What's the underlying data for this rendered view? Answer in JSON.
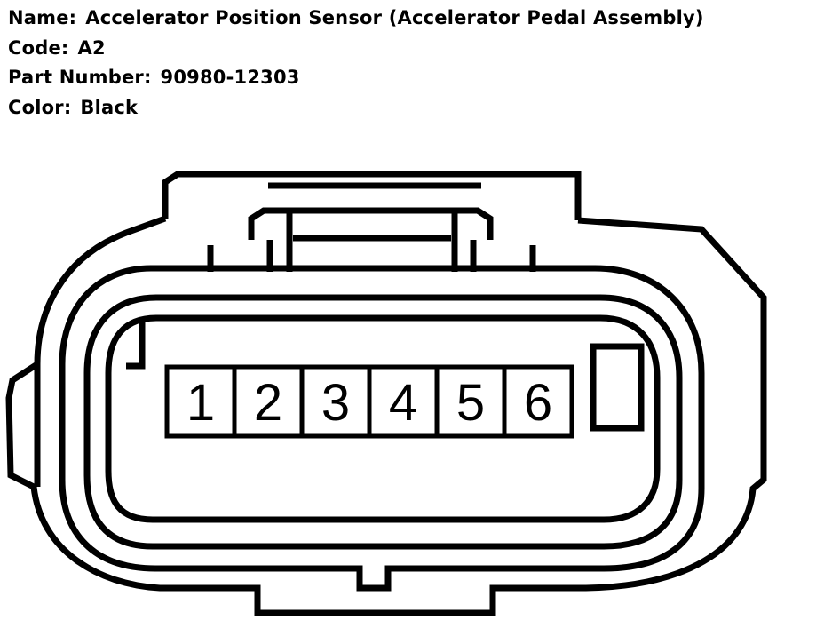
{
  "info": {
    "name_label": "Name:",
    "name_value": "Accelerator Position Sensor (Accelerator Pedal Assembly)",
    "code_label": "Code:",
    "code_value": "A2",
    "part_label": "Part Number:",
    "part_value": "90980-12303",
    "color_label": "Color:",
    "color_value": "Black"
  },
  "connector": {
    "pins": [
      "1",
      "2",
      "3",
      "4",
      "5",
      "6"
    ],
    "stroke_color": "#000000",
    "fill_color": "#ffffff"
  }
}
